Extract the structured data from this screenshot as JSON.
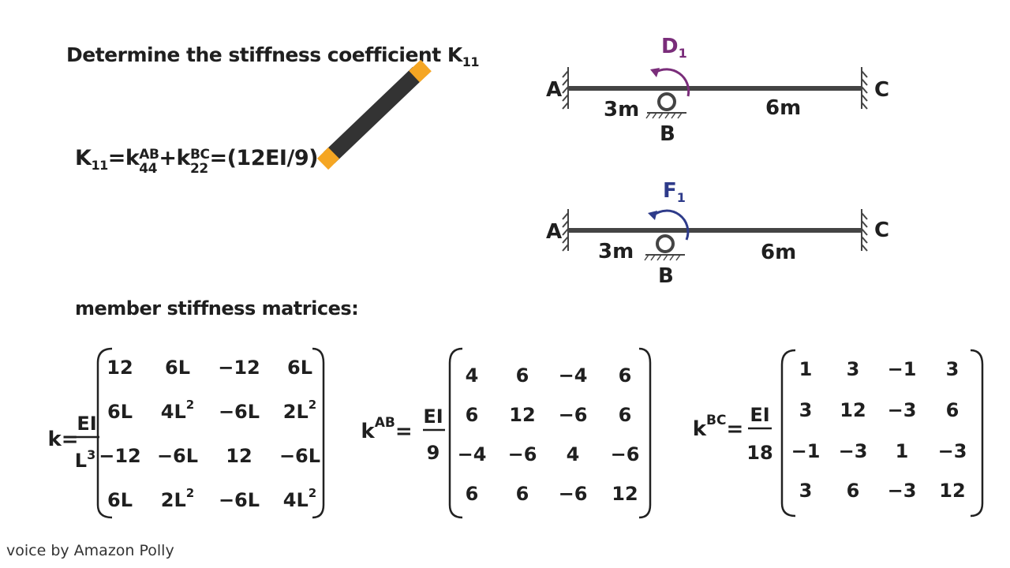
{
  "title": {
    "text": "Determine the stiffness coefficient K",
    "sub": "11"
  },
  "equation": {
    "lhs": "K",
    "lhs_sub": "11",
    "eq1": "=k",
    "term1_sup": "AB",
    "term1_sub": "44",
    "plus": "+k",
    "term2_sup": "BC",
    "term2_sub": "22",
    "rhs": "=(12EI/9)+"
  },
  "beam_top": {
    "label_a": "A",
    "label_b": "B",
    "label_c": "C",
    "span1": "3m",
    "span2": "6m",
    "moment_label": "D",
    "moment_sub": "1",
    "moment_color": "#7a2d7a"
  },
  "beam_bottom": {
    "label_a": "A",
    "label_b": "B",
    "label_c": "C",
    "span1": "3m",
    "span2": "6m",
    "moment_label": "F",
    "moment_sub": "1",
    "moment_color": "#2e3b8a"
  },
  "member_heading": "member stiffness matrices:",
  "matrix_general": {
    "prefix": "k=",
    "num": "EI",
    "den": "L",
    "den_sup": "3",
    "rows": [
      [
        {
          "t": "12"
        },
        {
          "t": "6L"
        },
        {
          "t": "−12"
        },
        {
          "t": "6L"
        }
      ],
      [
        {
          "t": "6L"
        },
        {
          "t": "4L",
          "s": "2"
        },
        {
          "t": "−6L"
        },
        {
          "t": "2L",
          "s": "2"
        }
      ],
      [
        {
          "t": "−12"
        },
        {
          "t": "−6L"
        },
        {
          "t": "12"
        },
        {
          "t": "−6L"
        }
      ],
      [
        {
          "t": "6L"
        },
        {
          "t": "2L",
          "s": "2"
        },
        {
          "t": "−6L"
        },
        {
          "t": "4L",
          "s": "2"
        }
      ]
    ]
  },
  "matrix_ab": {
    "prefix": "k",
    "prefix_sup": "AB",
    "eq": "=",
    "num": "EI",
    "den": "9",
    "rows": [
      [
        "4",
        "6",
        "−4",
        "6"
      ],
      [
        "6",
        "12",
        "−6",
        "6"
      ],
      [
        "−4",
        "−6",
        "4",
        "−6"
      ],
      [
        "6",
        "6",
        "−6",
        "12"
      ]
    ]
  },
  "matrix_bc": {
    "prefix": "k",
    "prefix_sup": "BC",
    "eq": "=",
    "num": "EI",
    "den": "18",
    "rows": [
      [
        "1",
        "3",
        "−1",
        "3"
      ],
      [
        "3",
        "12",
        "−3",
        "6"
      ],
      [
        "−1",
        "−3",
        "1",
        "−3"
      ],
      [
        "3",
        "6",
        "−3",
        "12"
      ]
    ]
  },
  "credit": "voice by Amazon Polly",
  "colors": {
    "pencil_body": "#333333",
    "pencil_tip": "#f5a623",
    "beam": "#444444"
  }
}
